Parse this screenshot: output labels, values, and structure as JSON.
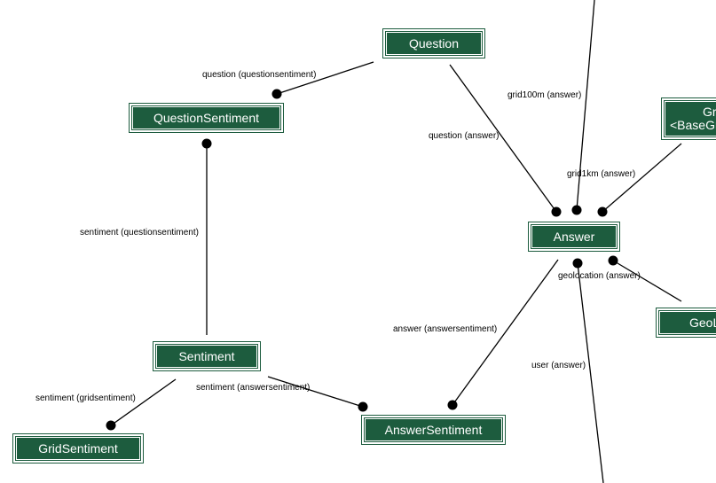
{
  "colors": {
    "node_fill": "#1d5c3e",
    "node_text": "#ffffff",
    "edge": "#000000"
  },
  "nodes": {
    "question": "Question",
    "question_sentiment": "QuestionSentiment",
    "sentiment": "Sentiment",
    "grid_sentiment": "GridSentiment",
    "answer_sentiment": "AnswerSentiment",
    "answer": "Answer",
    "grid_line1": "Grid",
    "grid_line2": "<BaseGri",
    "geolocation": "GeoL"
  },
  "edges": {
    "question_questionsentiment": "question (questionsentiment)",
    "sentiment_questionsentiment": "sentiment (questionsentiment)",
    "question_answer": "question (answer)",
    "grid100m_answer": "grid100m (answer)",
    "grid1km_answer": "grid1km (answer)",
    "geolocation_answer": "geolocation (answer)",
    "answer_answersentiment": "answer (answersentiment)",
    "user_answer": "user (answer)",
    "sentiment_answersentiment": "sentiment (answersentiment)",
    "sentiment_gridsentiment": "sentiment (gridsentiment)"
  }
}
